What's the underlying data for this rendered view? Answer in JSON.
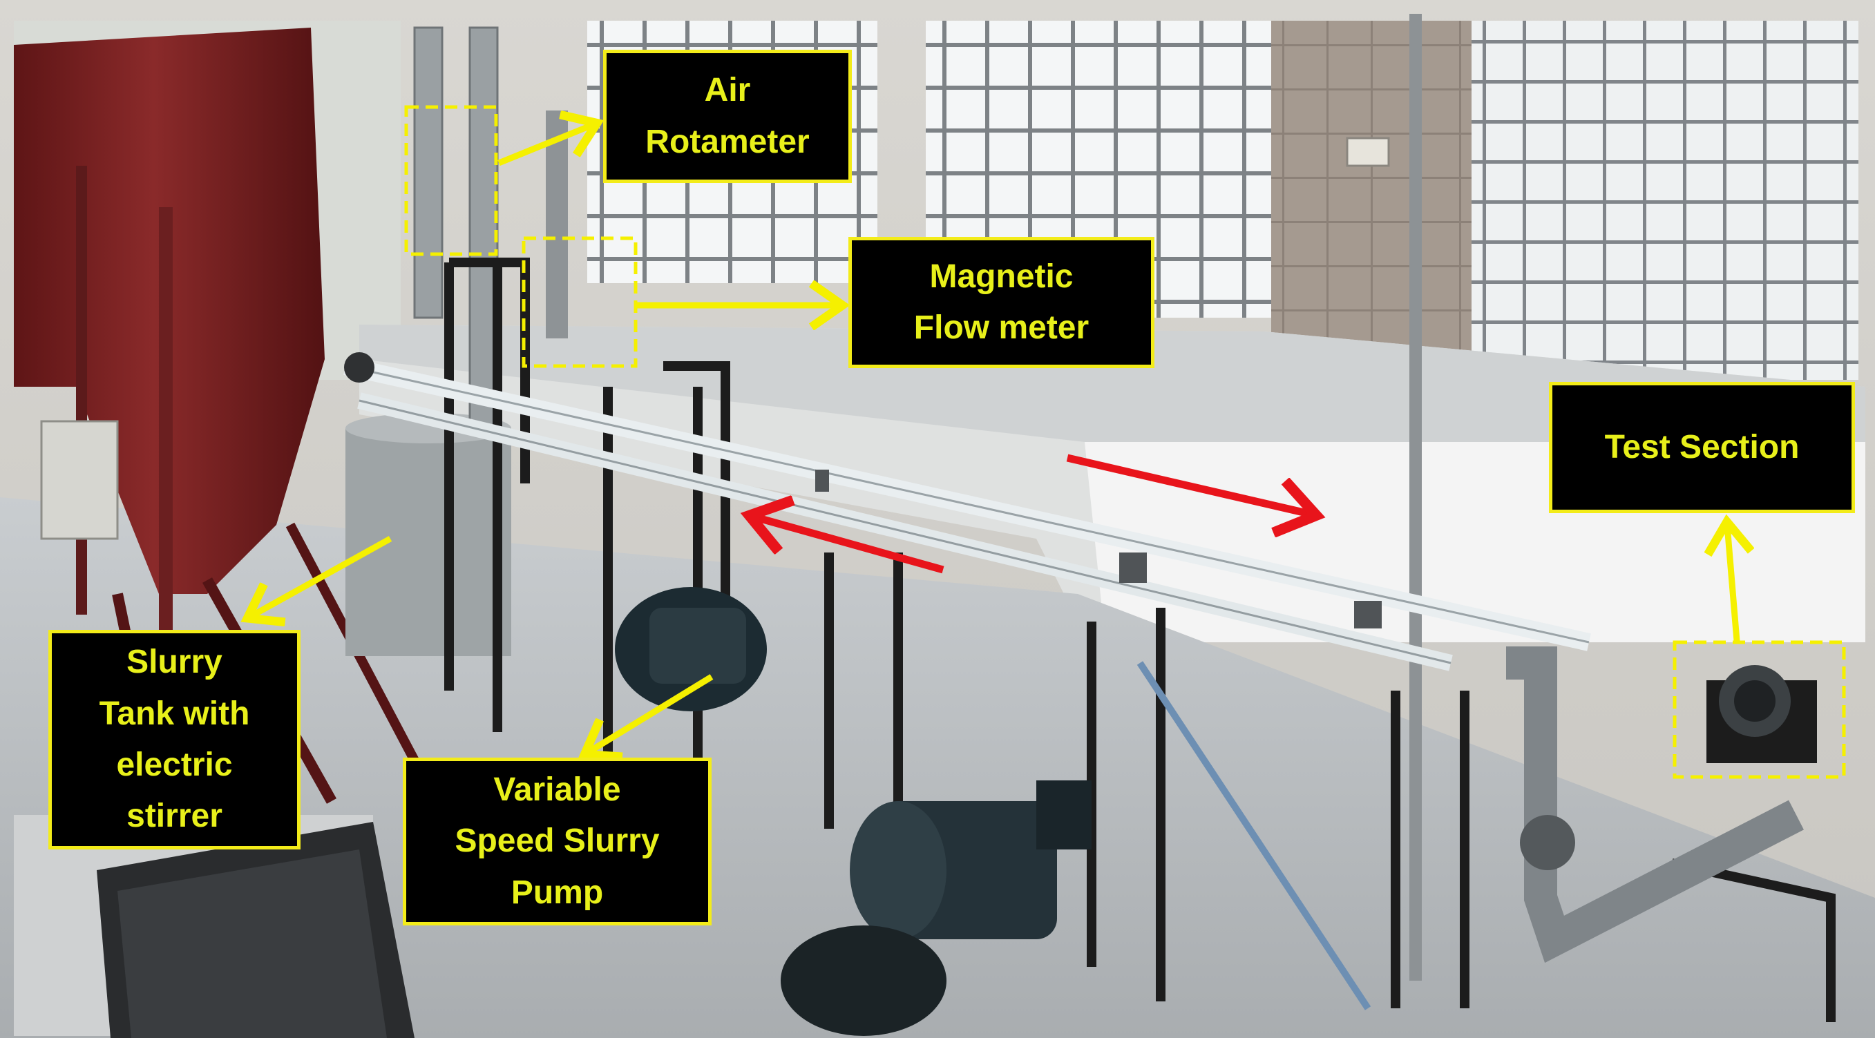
{
  "labels": {
    "air_rotameter": "Air\nRotameter",
    "magnetic_flow_meter": "Magnetic\nFlow meter",
    "test_section": "Test Section",
    "slurry_tank": "Slurry\nTank with\nelectric\nstirrer",
    "slurry_pump": "Variable\nSpeed Slurry\nPump"
  },
  "colors": {
    "label_text": "#e8f01a",
    "label_border": "#f3ec19",
    "label_background": "#000000",
    "callout_arrow": "#f5f000",
    "flow_arrow": "#e8141b",
    "tank": "#7a2122",
    "pipe_frame": "#1c1c1c"
  }
}
